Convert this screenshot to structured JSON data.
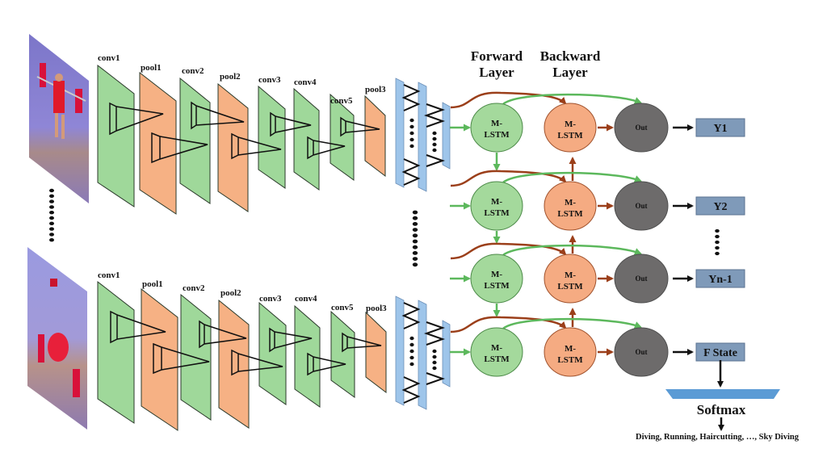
{
  "colors": {
    "conv": "#9fd89a",
    "pool": "#f6b184",
    "fc": "#9ec5ea",
    "forward": "#a4d99c",
    "backward": "#f5ab82",
    "out": "#6d6b6b",
    "output_box": "#7f9ab9",
    "softmax": "#5b9bd5",
    "green_arrow": "#5cb85c",
    "brown_arrow": "#9b3f1a"
  },
  "cnn_rows": [
    {
      "frame": "weightlifting-frame-first",
      "layers": [
        {
          "type": "conv",
          "label": "conv1"
        },
        {
          "type": "pool",
          "label": "pool1"
        },
        {
          "type": "conv",
          "label": "conv2"
        },
        {
          "type": "pool",
          "label": "pool2"
        },
        {
          "type": "conv",
          "label": "conv3"
        },
        {
          "type": "conv",
          "label": "conv4"
        },
        {
          "type": "conv",
          "label": "conv5"
        },
        {
          "type": "pool",
          "label": "pool3"
        }
      ]
    },
    {
      "frame": "weightlifting-frame-last",
      "layers": [
        {
          "type": "conv",
          "label": "conv1"
        },
        {
          "type": "pool",
          "label": "pool1"
        },
        {
          "type": "conv",
          "label": "conv2"
        },
        {
          "type": "pool",
          "label": "pool2"
        },
        {
          "type": "conv",
          "label": "conv3"
        },
        {
          "type": "conv",
          "label": "conv4"
        },
        {
          "type": "conv",
          "label": "conv5"
        },
        {
          "type": "pool",
          "label": "pool3"
        }
      ]
    }
  ],
  "headers": {
    "forward": [
      "Forward",
      "Layer"
    ],
    "backward": [
      "Backward",
      "Layer"
    ]
  },
  "lstm_rows": [
    {
      "forward": [
        "M-",
        "LSTM"
      ],
      "backward": [
        "M-",
        "LSTM"
      ],
      "out": "Out",
      "output": "Y1"
    },
    {
      "forward": [
        "M-",
        "LSTM"
      ],
      "backward": [
        "M-",
        "LSTM"
      ],
      "out": "Out",
      "output": "Y2"
    },
    {
      "forward": [
        "M-",
        "LSTM"
      ],
      "backward": [
        "M-",
        "LSTM"
      ],
      "out": "Out",
      "output": "Yn-1"
    },
    {
      "forward": [
        "M-",
        "LSTM"
      ],
      "backward": [
        "M-",
        "LSTM"
      ],
      "out": "Out",
      "output": "F State"
    }
  ],
  "softmax_label": "Softmax",
  "classes_label": "Diving, Running, Haircutting, …, Sky Diving"
}
